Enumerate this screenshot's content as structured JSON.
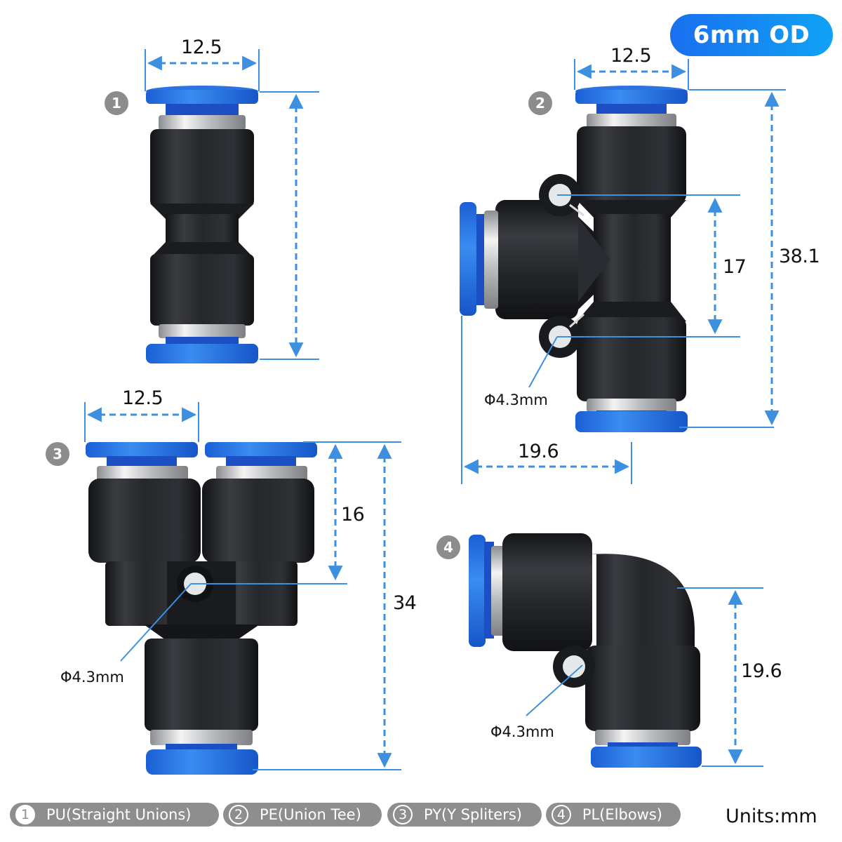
{
  "header": {
    "od_badge": "6mm OD",
    "colors": {
      "accent_blue": "#1a6ff0",
      "dimension_line": "#3d8fe0",
      "badge_gray": "#8c8c8c",
      "fitting_black": "#1e1f22",
      "collet_blue": "#1e6fe0"
    }
  },
  "fittings": [
    {
      "number": "1",
      "name": "PU(Straight Unions)",
      "dimensions": {
        "width": "12.5"
      }
    },
    {
      "number": "2",
      "name": "PE(Union Tee)",
      "dimensions": {
        "width": "12.5",
        "hole_spacing": "17",
        "height": "38.1",
        "side_length": "19.6",
        "mount_hole": "Φ4.3mm"
      }
    },
    {
      "number": "3",
      "name": "PY(Y Spliters)",
      "dimensions": {
        "width": "12.5",
        "hole_to_top": "16",
        "height": "34",
        "mount_hole": "Φ4.3mm"
      }
    },
    {
      "number": "4",
      "name": "PL(Elbows)",
      "dimensions": {
        "height": "19.6",
        "mount_hole": "Φ4.3mm"
      }
    }
  ],
  "legend": [
    {
      "number": "1",
      "label": "PU(Straight Unions)"
    },
    {
      "number": "2",
      "label": "PE(Union Tee)"
    },
    {
      "number": "3",
      "label": "PY(Y Spliters)"
    },
    {
      "number": "4",
      "label": "PL(Elbows)"
    }
  ],
  "footer": {
    "units": "Units:mm"
  }
}
